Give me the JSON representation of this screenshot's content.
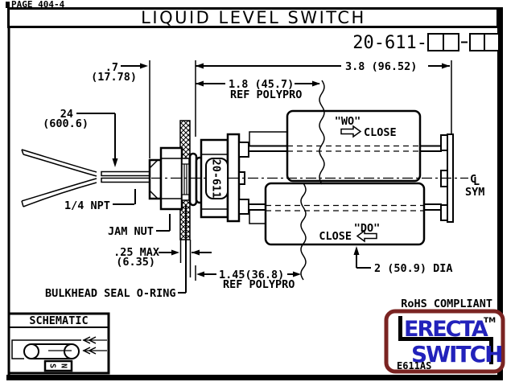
{
  "page": {
    "corner_label": "PAGE 404-4",
    "title": "LIQUID LEVEL SWITCH"
  },
  "part_number": {
    "prefix": "20-611-",
    "dash": "-"
  },
  "dims": {
    "wire_len": "24",
    "wire_len_mm": "(600.6)",
    "offset": ".7",
    "offset_mm": "(17.78)",
    "overall": "3.8 (96.52)",
    "upper": "1.8 (45.7)",
    "upper_note": "REF POLYPRO",
    "lower": "1.45(36.8)",
    "lower_note": "REF POLYPRO",
    "wall": ".25 MAX",
    "wall_mm": "(6.35)",
    "float_dia": "2 (50.9) DIA"
  },
  "labels": {
    "npt": "1/4 NPT",
    "jam_nut": "JAM NUT",
    "oring": "BULKHEAD SEAL O-RING",
    "wo": "\"WO\"",
    "wo_action": "CLOSE",
    "do": "\"DO\"",
    "do_action": "CLOSE",
    "body_marking": "20-611",
    "cl_c": "C",
    "cl_l": "L",
    "cl_sym": "SYM"
  },
  "schematic": {
    "title": "SCHEMATIC",
    "pole_s": "S",
    "pole_n": "N"
  },
  "footer": {
    "rohs": "RoHS COMPLIANT",
    "brand_line1": "ERECTA",
    "brand_line2": "SWITCH",
    "trademark": "TM",
    "code": "E611AS"
  },
  "colors": {
    "brand_blue": "#2222bb",
    "brand_maroon": "#7a2422"
  }
}
